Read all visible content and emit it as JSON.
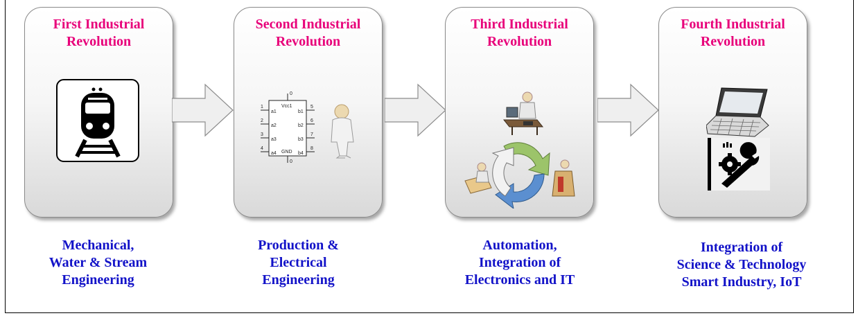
{
  "stages": [
    {
      "title_lines": [
        "First Industrial",
        "Revolution"
      ],
      "desc_lines": [
        "Mechanical,",
        "Water & Stream",
        "Engineering"
      ],
      "icons": [
        "train-icon"
      ]
    },
    {
      "title_lines": [
        "Second Industrial",
        "Revolution"
      ],
      "desc_lines": [
        "Production &",
        "Electrical",
        "Engineering"
      ],
      "icons": [
        "ic-chip-icon",
        "worker-icon"
      ],
      "chip": {
        "top": "0",
        "bottom": "0",
        "left_numbers": [
          "1",
          "2",
          "3",
          "4"
        ],
        "left_pins": [
          "a1",
          "a2",
          "a3",
          "a4"
        ],
        "right_numbers": [
          "5",
          "6",
          "7",
          "8"
        ],
        "right_pins": [
          "b1",
          "b2",
          "b3",
          "b4"
        ],
        "vcc": "Vcc1",
        "gnd": "GND"
      }
    },
    {
      "title_lines": [
        "Third Industrial",
        "Revolution"
      ],
      "desc_lines": [
        "Automation,",
        "Integration of",
        "Electronics and IT"
      ],
      "icons": [
        "computer-worker-icon",
        "cycle-arrows-icon"
      ]
    },
    {
      "title_lines": [
        "Fourth Industrial",
        "Revolution"
      ],
      "desc_lines": [
        "Integration of",
        "Science & Technology",
        "Smart Industry, IoT"
      ],
      "icons": [
        "laptop-icon",
        "wrench-gear-icon"
      ]
    }
  ],
  "colors": {
    "title": "#e8007a",
    "description": "#1212c8",
    "card_border": "#8a8a8a",
    "arrow_fill": "#efefef"
  }
}
